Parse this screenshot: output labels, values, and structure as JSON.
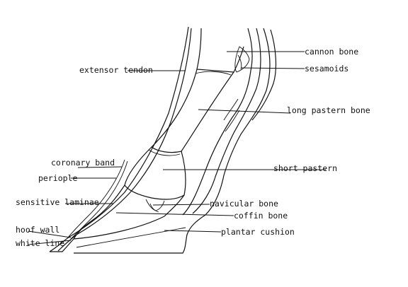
{
  "diagram": {
    "labels": {
      "cannon_bone": "cannon bone",
      "sesamoids": "sesamoids",
      "extensor_tendon": "extensor tendon",
      "long_pastern_bone": "long pastern bone",
      "coronary_band": "coronary band",
      "short_pastern": "short pastern",
      "periople": "periople",
      "sensitive_laminae": "sensitive laminae",
      "navicular_bone": "navicular bone",
      "coffin_bone": "coffin bone",
      "hoof_wall": "hoof wall",
      "plantar_cushion": "plantar cushion",
      "white_line": "white line"
    }
  }
}
